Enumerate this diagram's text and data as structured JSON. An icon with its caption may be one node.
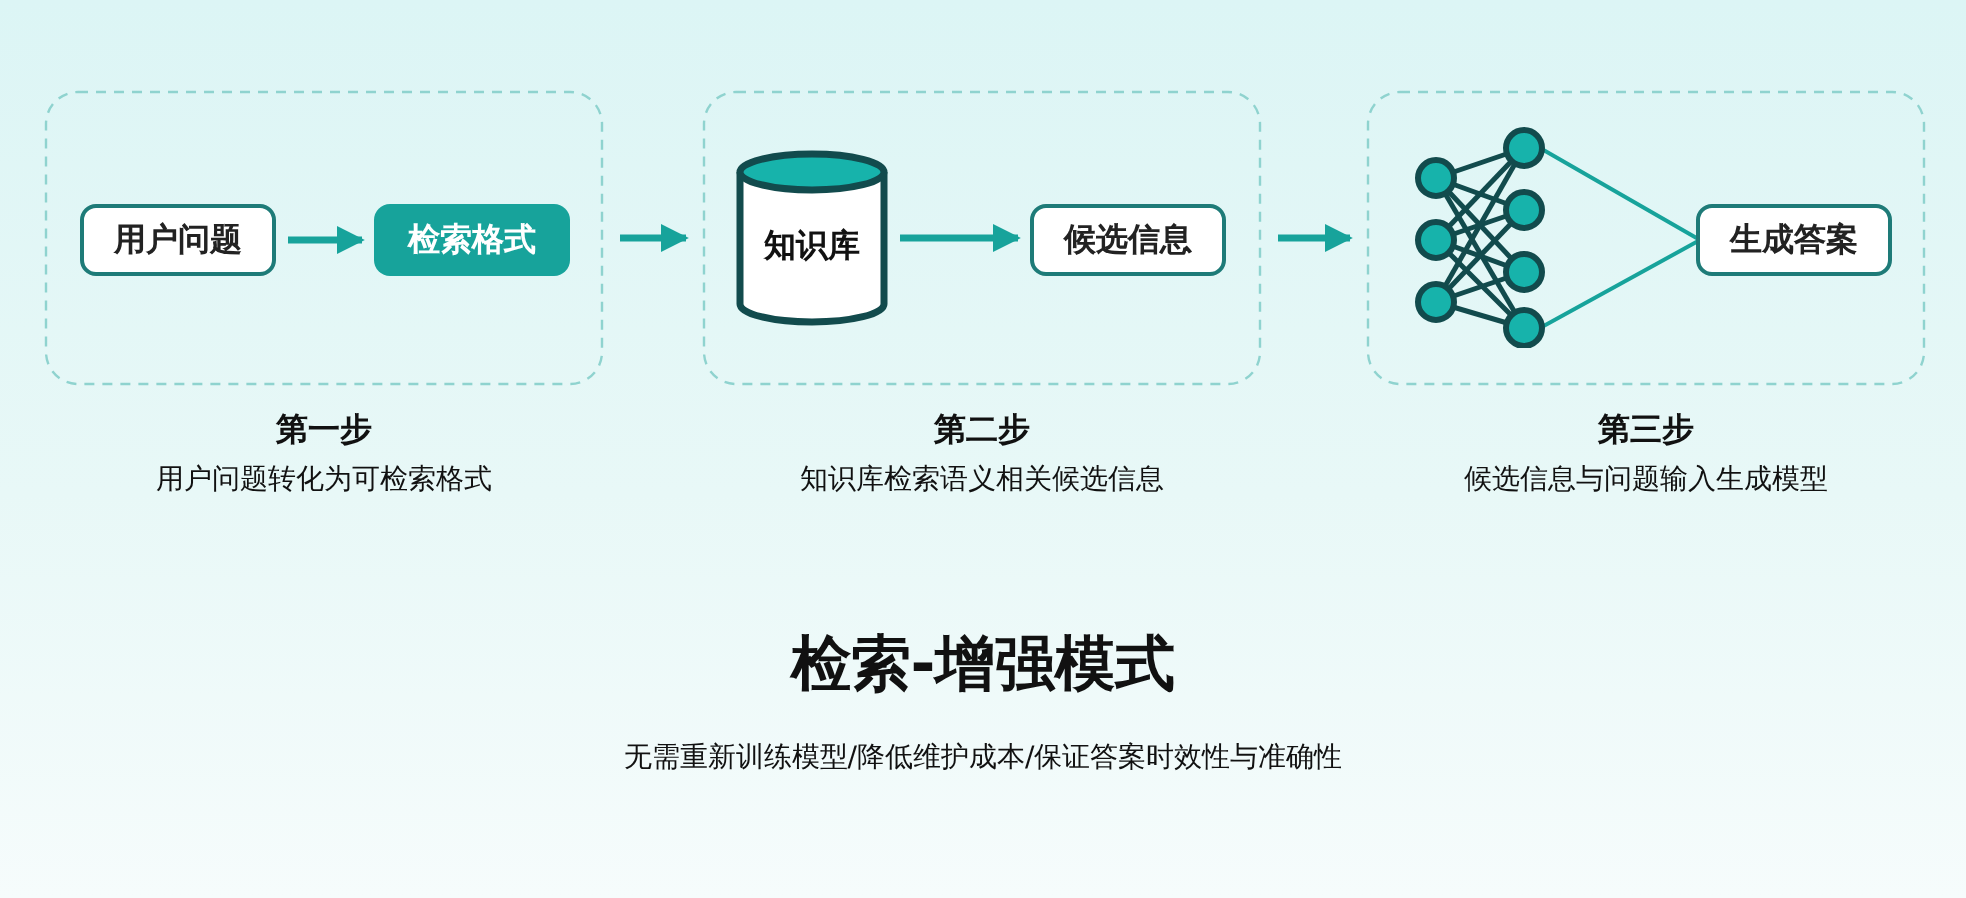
{
  "diagram": {
    "title": "检索-增强模式",
    "caption": "无需重新训练模型/降低维护成本/保证答案时效性与准确性",
    "nodes": [
      {
        "text": [
          "第一步",
          "用户问题转化为可检索格式"
        ]
      },
      {
        "text": [
          "用户问题"
        ],
        "in": 0
      },
      {
        "text": [
          "检索格式"
        ],
        "in": 0
      },
      {
        "text": [
          "第二步",
          "知识库检索语义相关候选信息"
        ]
      },
      {
        "text": [
          "知识库"
        ],
        "in": 3
      },
      {
        "text": [
          "候选信息"
        ],
        "in": 3
      },
      {
        "text": [
          "第三步",
          "候选信息与问题输入生成模型"
        ]
      },
      {
        "text": [],
        "shape": "picture",
        "in": 6
      },
      {
        "text": [
          "生成答案"
        ],
        "in": 6
      }
    ],
    "edges": [
      {
        "from": 1,
        "to": 2,
        "arrow": "to"
      },
      {
        "from": 0,
        "to": 3,
        "arrow": "to"
      },
      {
        "from": 4,
        "to": 5,
        "arrow": "to"
      },
      {
        "from": 3,
        "to": 6,
        "arrow": "to"
      },
      {
        "from": 7,
        "to": 8,
        "arrow": "none"
      }
    ]
  }
}
